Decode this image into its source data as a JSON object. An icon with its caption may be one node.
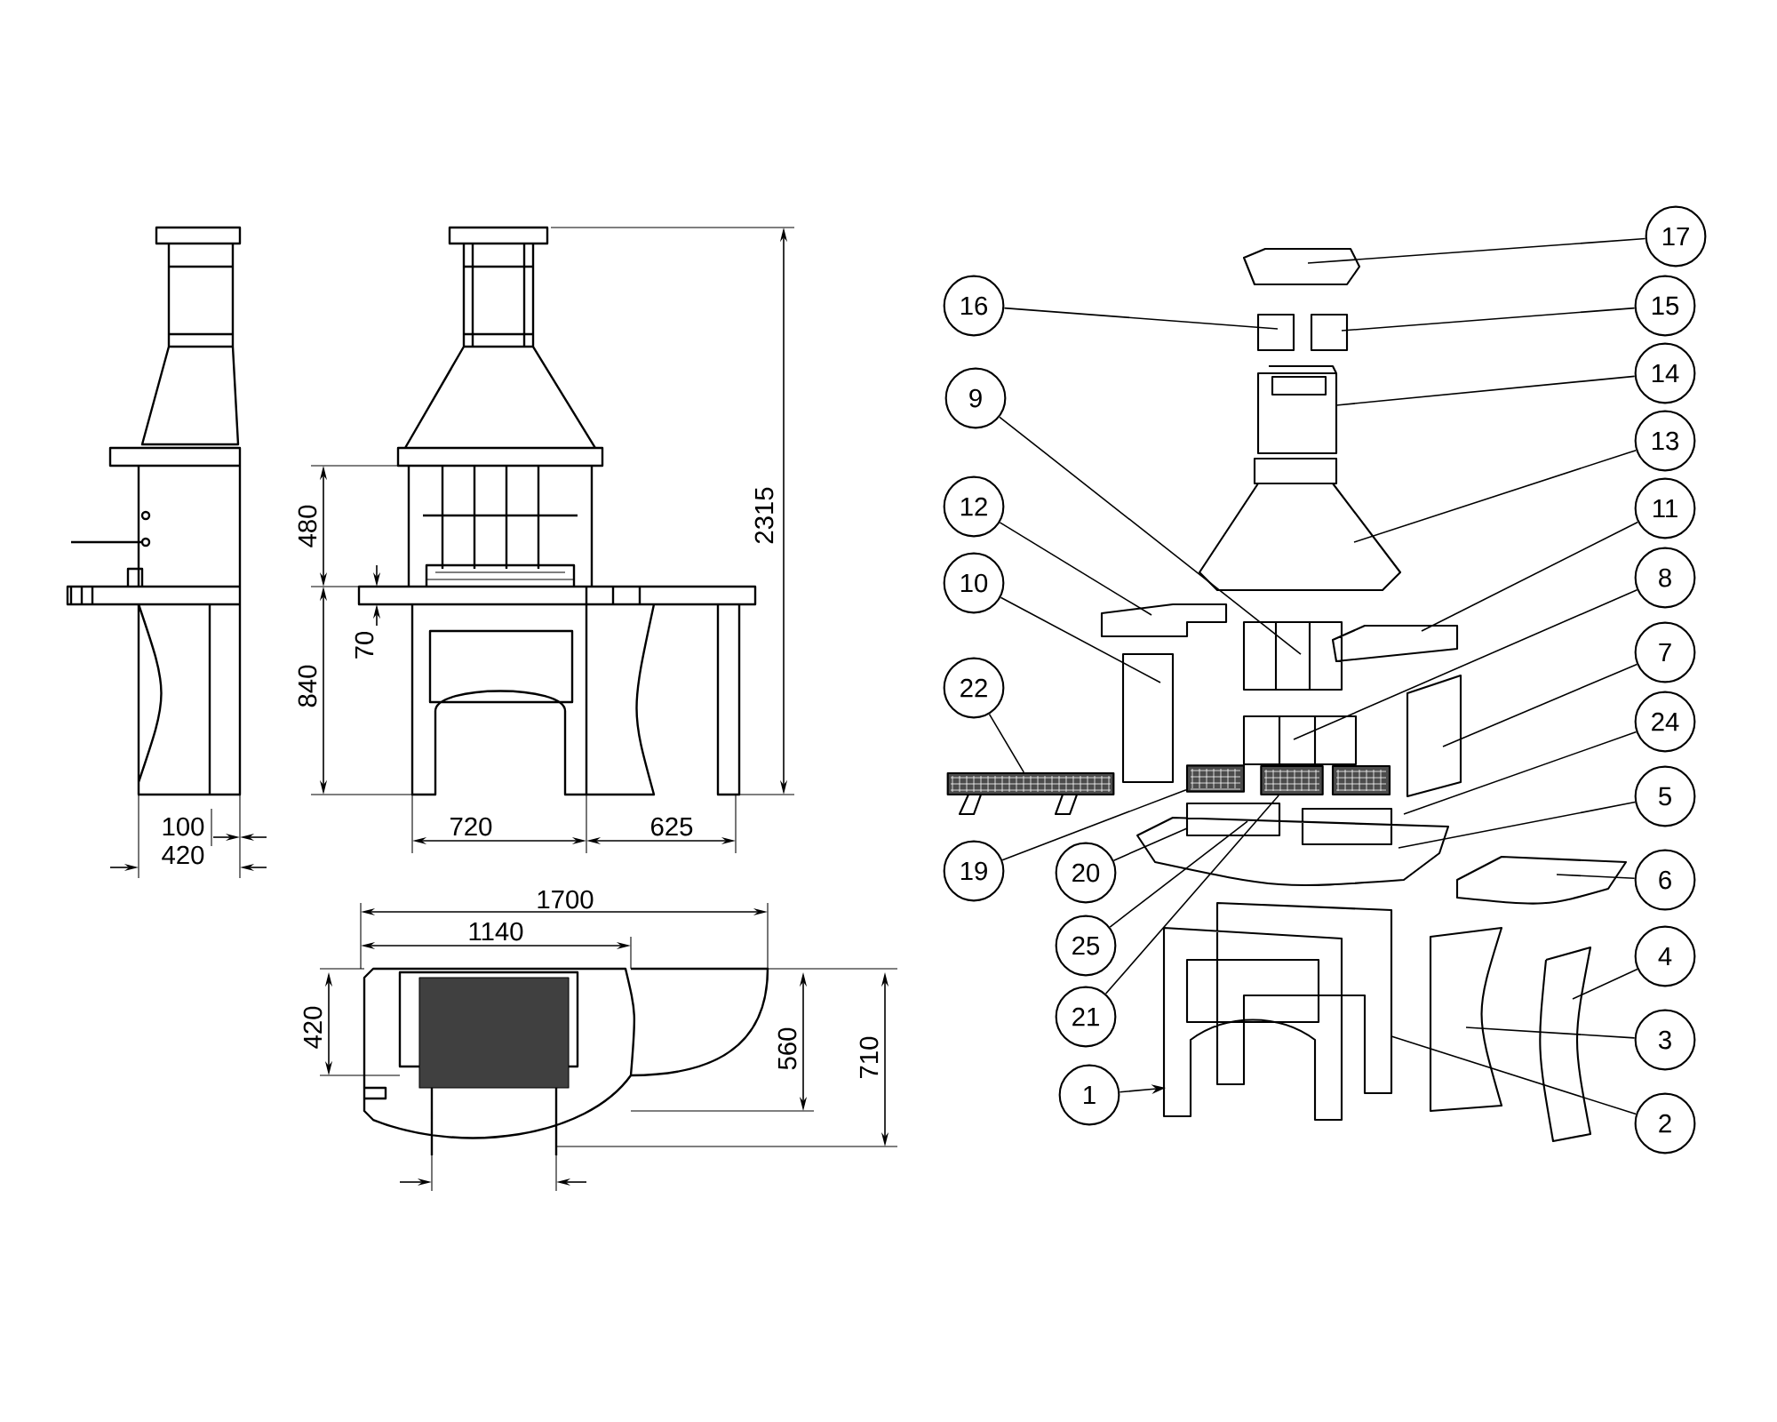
{
  "diagram": {
    "nodes": [
      {
        "text": [
          "17"
        ]
      },
      {
        "text": [
          "16"
        ]
      },
      {
        "text": [
          "15"
        ]
      },
      {
        "text": [
          "14"
        ]
      },
      {
        "text": [
          "9"
        ]
      },
      {
        "text": [
          "13"
        ]
      },
      {
        "text": [
          "12"
        ]
      },
      {
        "text": [
          "11"
        ]
      },
      {
        "text": [
          "10"
        ]
      },
      {
        "text": [
          "8"
        ]
      },
      {
        "text": [
          "22"
        ]
      },
      {
        "text": [
          "7"
        ]
      },
      {
        "text": [
          "24"
        ]
      },
      {
        "text": [
          "5"
        ]
      },
      {
        "text": [
          "19"
        ]
      },
      {
        "text": [
          "20"
        ]
      },
      {
        "text": [
          "6"
        ]
      },
      {
        "text": [
          "25"
        ]
      },
      {
        "text": [
          "4"
        ]
      },
      {
        "text": [
          "21"
        ]
      },
      {
        "text": [
          "3"
        ]
      },
      {
        "text": [
          "1"
        ]
      },
      {
        "text": [
          "2"
        ]
      },
      {
        "text": [],
        "shape": "picture"
      },
      {
        "text": [],
        "shape": "picture"
      },
      {
        "text": [],
        "shape": "picture"
      },
      {
        "text": [],
        "shape": "picture"
      }
    ],
    "edges": [
      {
        "from": 0,
        "to": null,
        "arrow": "none"
      },
      {
        "from": 1,
        "to": null,
        "arrow": "none"
      },
      {
        "from": 2,
        "to": null,
        "arrow": "none"
      },
      {
        "from": 3,
        "to": null,
        "arrow": "none"
      },
      {
        "from": 4,
        "to": null,
        "arrow": "none"
      },
      {
        "from": 5,
        "to": null,
        "arrow": "none"
      },
      {
        "from": 6,
        "to": null,
        "arrow": "none"
      },
      {
        "from": 7,
        "to": null,
        "arrow": "none"
      },
      {
        "from": 8,
        "to": null,
        "arrow": "none"
      },
      {
        "from": 9,
        "to": null,
        "arrow": "none"
      },
      {
        "from": 10,
        "to": 23,
        "arrow": "none"
      },
      {
        "from": 11,
        "to": null,
        "arrow": "none"
      },
      {
        "from": 12,
        "to": null,
        "arrow": "none"
      },
      {
        "from": 13,
        "to": null,
        "arrow": "none"
      },
      {
        "from": 14,
        "to": 24,
        "arrow": "none"
      },
      {
        "from": 15,
        "to": null,
        "arrow": "none"
      },
      {
        "from": 16,
        "to": null,
        "arrow": "none"
      },
      {
        "from": 17,
        "to": null,
        "arrow": "none"
      },
      {
        "from": 18,
        "to": null,
        "arrow": "none"
      },
      {
        "from": 19,
        "to": 25,
        "arrow": "none"
      },
      {
        "from": 20,
        "to": null,
        "arrow": "none"
      },
      {
        "from": 21,
        "to": null,
        "arrow": "to"
      },
      {
        "from": 22,
        "to": null,
        "arrow": "none"
      }
    ],
    "labels": [
      "480",
      "2315",
      "840",
      "70",
      "100",
      "720",
      "625",
      "420",
      "1700",
      "1140",
      "420",
      "560",
      "710"
    ]
  }
}
